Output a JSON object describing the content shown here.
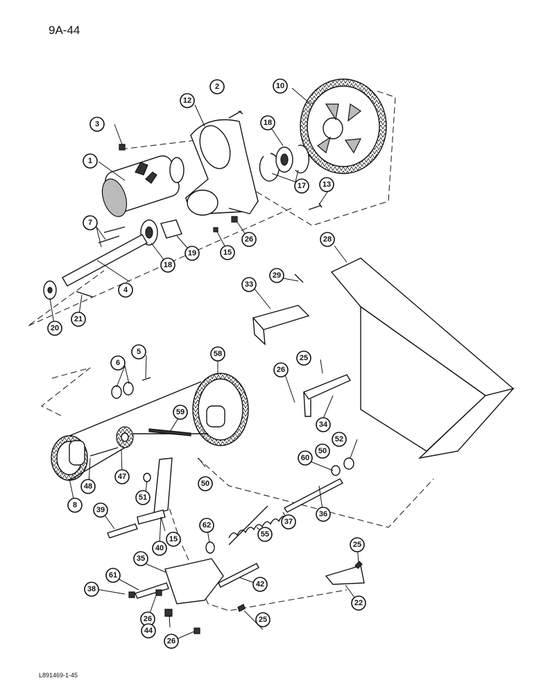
{
  "page": {
    "number": "9A-44",
    "ref_code": "L891469-1-45"
  },
  "callouts": [
    {
      "n": "1"
    },
    {
      "n": "2"
    },
    {
      "n": "3"
    },
    {
      "n": "4"
    },
    {
      "n": "5"
    },
    {
      "n": "6"
    },
    {
      "n": "7"
    },
    {
      "n": "8"
    },
    {
      "n": "10"
    },
    {
      "n": "12"
    },
    {
      "n": "13"
    },
    {
      "n": "15"
    },
    {
      "n": "15"
    },
    {
      "n": "17"
    },
    {
      "n": "18"
    },
    {
      "n": "18"
    },
    {
      "n": "19"
    },
    {
      "n": "20"
    },
    {
      "n": "21"
    },
    {
      "n": "22"
    },
    {
      "n": "25"
    },
    {
      "n": "25"
    },
    {
      "n": "25"
    },
    {
      "n": "26"
    },
    {
      "n": "26"
    },
    {
      "n": "26"
    },
    {
      "n": "26"
    },
    {
      "n": "28"
    },
    {
      "n": "29"
    },
    {
      "n": "33"
    },
    {
      "n": "34"
    },
    {
      "n": "35"
    },
    {
      "n": "36"
    },
    {
      "n": "37"
    },
    {
      "n": "38"
    },
    {
      "n": "39"
    },
    {
      "n": "40"
    },
    {
      "n": "42"
    },
    {
      "n": "44"
    },
    {
      "n": "47"
    },
    {
      "n": "48"
    },
    {
      "n": "50"
    },
    {
      "n": "50"
    },
    {
      "n": "51"
    },
    {
      "n": "52"
    },
    {
      "n": "55"
    },
    {
      "n": "58"
    },
    {
      "n": "59"
    },
    {
      "n": "60"
    },
    {
      "n": "61"
    },
    {
      "n": "62"
    }
  ]
}
